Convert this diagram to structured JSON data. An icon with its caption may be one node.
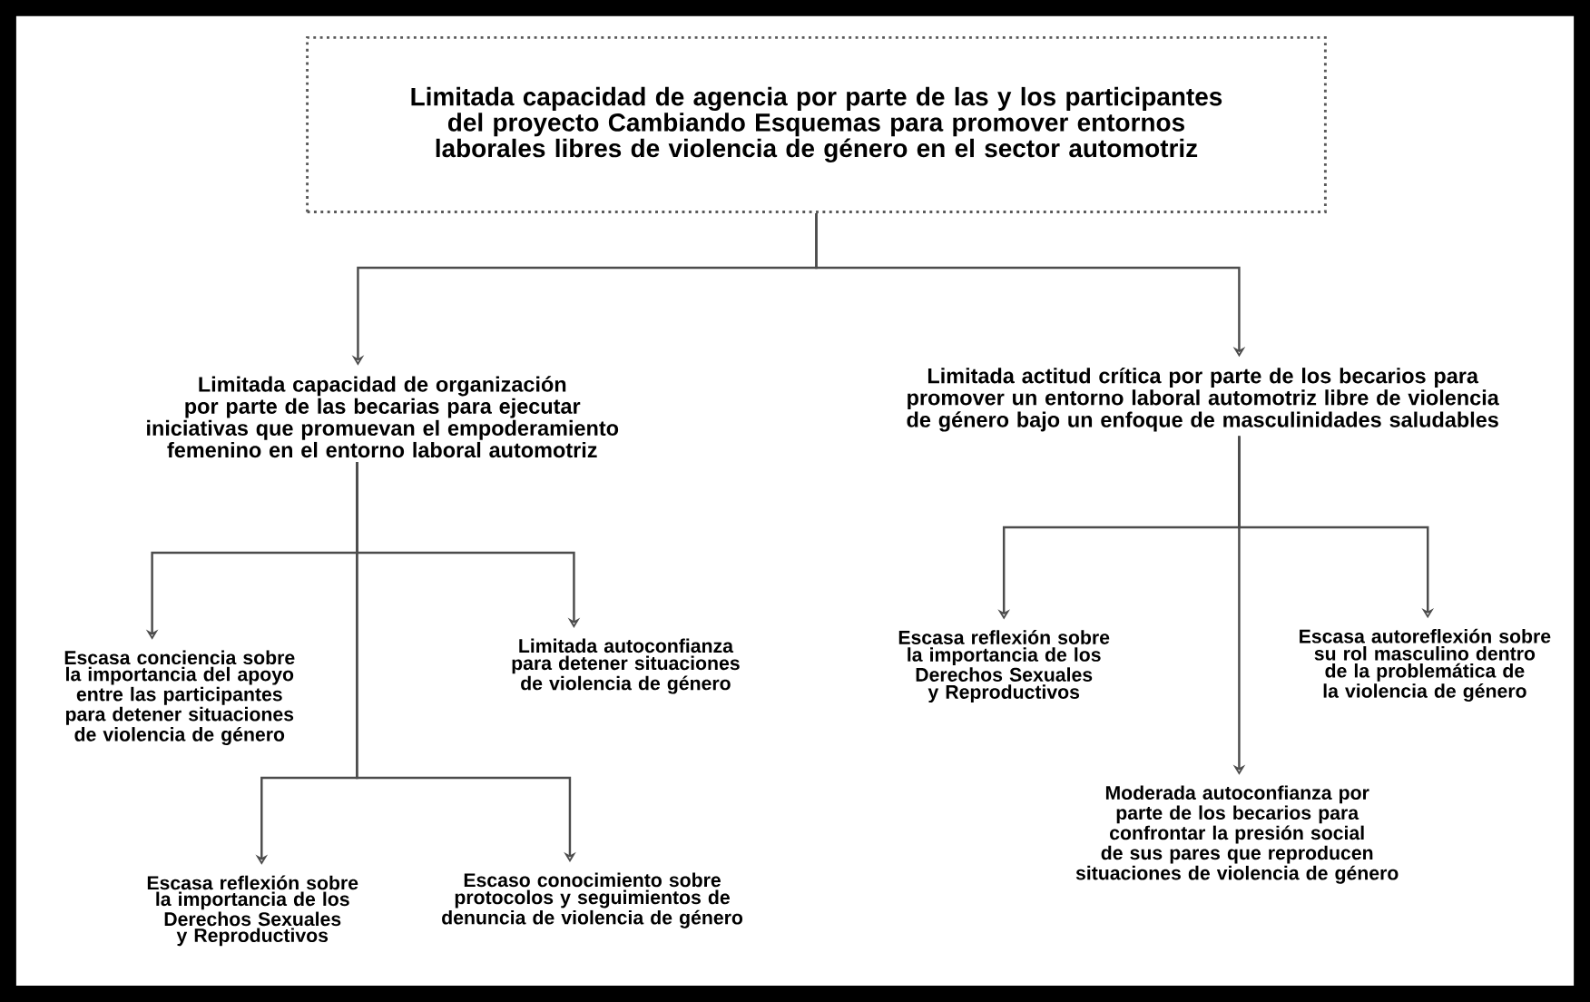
{
  "diagram": {
    "nodes": [
      {
        "text": [
          "Limitada capacidad de agencia por parte de las y los participantes del proyecto Cambiando Esquemas para promover entornos laborales libres de violencia de género en el sector automotriz"
        ]
      },
      {
        "text": [
          "Limitada capacidad de organización por parte de las becarias para ejecutar iniciativas que promuevan el empoderamiento femenino en el entorno laboral automotriz"
        ]
      },
      {
        "text": [
          "Limitada actitud crítica por parte de los becarios para promover un entorno laboral automotriz libre de violencia de género bajo un enfoque de masculinidades saludables"
        ]
      },
      {
        "text": [
          "Escasa conciencia sobre la importancia del apoyo entre las participantes para detener situaciones de violencia de género"
        ]
      },
      {
        "text": [
          "Limitada autoconfianza para detener situaciones de violencia de género"
        ]
      },
      {
        "text": [
          "Escasa reflexión sobre la importancia de los Derechos Sexuales y Reproductivos"
        ]
      },
      {
        "text": [
          "Escaso conocimiento sobre protocolos y seguimientos de denuncia de violencia de género"
        ]
      },
      {
        "text": [
          "Escasa reflexión sobre la importancia de los Derechos Sexuales y Reproductivos"
        ]
      },
      {
        "text": [
          "Escasa autoreflexión sobre su rol masculino dentro de la problemática de la violencia de género"
        ]
      },
      {
        "text": [
          "Moderada autoconfianza por parte de los becarios para confrontar la presión social de sus pares que reproducen situaciones de violencia de género"
        ]
      }
    ],
    "edges": [
      {
        "from": 0,
        "to": 1,
        "arrow": "to"
      },
      {
        "from": 0,
        "to": 2,
        "arrow": "to"
      },
      {
        "from": 1,
        "to": 3,
        "arrow": "to"
      },
      {
        "from": 1,
        "to": 4,
        "arrow": "to"
      },
      {
        "from": 1,
        "to": 5,
        "arrow": "to"
      },
      {
        "from": 1,
        "to": 6,
        "arrow": "to"
      },
      {
        "from": 2,
        "to": 7,
        "arrow": "to"
      },
      {
        "from": 2,
        "to": 8,
        "arrow": "to"
      },
      {
        "from": 2,
        "to": 9,
        "arrow": "to"
      }
    ]
  }
}
